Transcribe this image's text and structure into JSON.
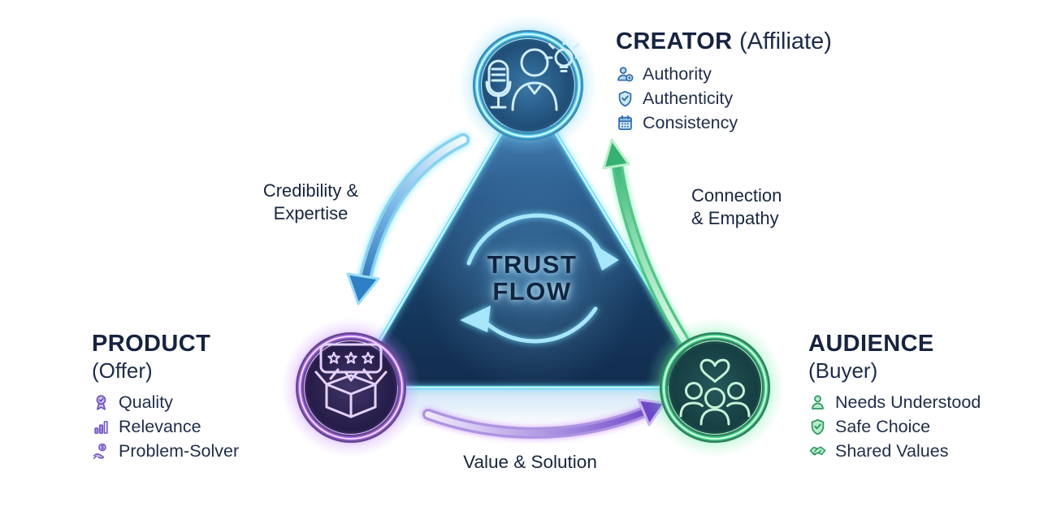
{
  "center": {
    "line1": "TRUST",
    "line2": "FLOW"
  },
  "nodes": {
    "creator": {
      "title": "CREATOR",
      "subtitle": "(Affiliate)",
      "node_icon": "speaker-mic-bulb-icon",
      "accent": "#45c8f5",
      "items": [
        {
          "icon": "person-add-icon",
          "label": "Authority"
        },
        {
          "icon": "shield-check-icon",
          "label": "Authenticity"
        },
        {
          "icon": "calendar-icon",
          "label": "Consistency"
        }
      ]
    },
    "product": {
      "title": "PRODUCT",
      "subtitle": "(Offer)",
      "node_icon": "open-box-review-stars-icon",
      "accent": "#b06cf0",
      "items": [
        {
          "icon": "award-badge-icon",
          "label": "Quality"
        },
        {
          "icon": "bar-chart-icon",
          "label": "Relevance"
        },
        {
          "icon": "hand-coin-icon",
          "label": "Problem-Solver"
        }
      ]
    },
    "audience": {
      "title": "AUDIENCE",
      "subtitle": "(Buyer)",
      "node_icon": "people-group-heart-icon",
      "accent": "#44dd90",
      "items": [
        {
          "icon": "person-icon",
          "label": "Needs Understood"
        },
        {
          "icon": "shield-check-icon",
          "label": "Safe Choice"
        },
        {
          "icon": "handshake-icon",
          "label": "Shared Values"
        }
      ]
    }
  },
  "edges": [
    {
      "from": "creator",
      "to": "product",
      "label_line1": "Credibility &",
      "label_line2": "Expertise",
      "color": "#2f7fc4"
    },
    {
      "from": "audience",
      "to": "creator",
      "label_line1": "Connection",
      "label_line2": "& Empathy",
      "color": "#3cb572"
    },
    {
      "from": "product",
      "to": "audience",
      "label_line1": "Value & Solution",
      "label_line2": "",
      "color": "#6d47c8"
    }
  ],
  "colors": {
    "triangle_neon": "#66d9f7",
    "text_navy": "#162341",
    "background": "#ffffff"
  }
}
